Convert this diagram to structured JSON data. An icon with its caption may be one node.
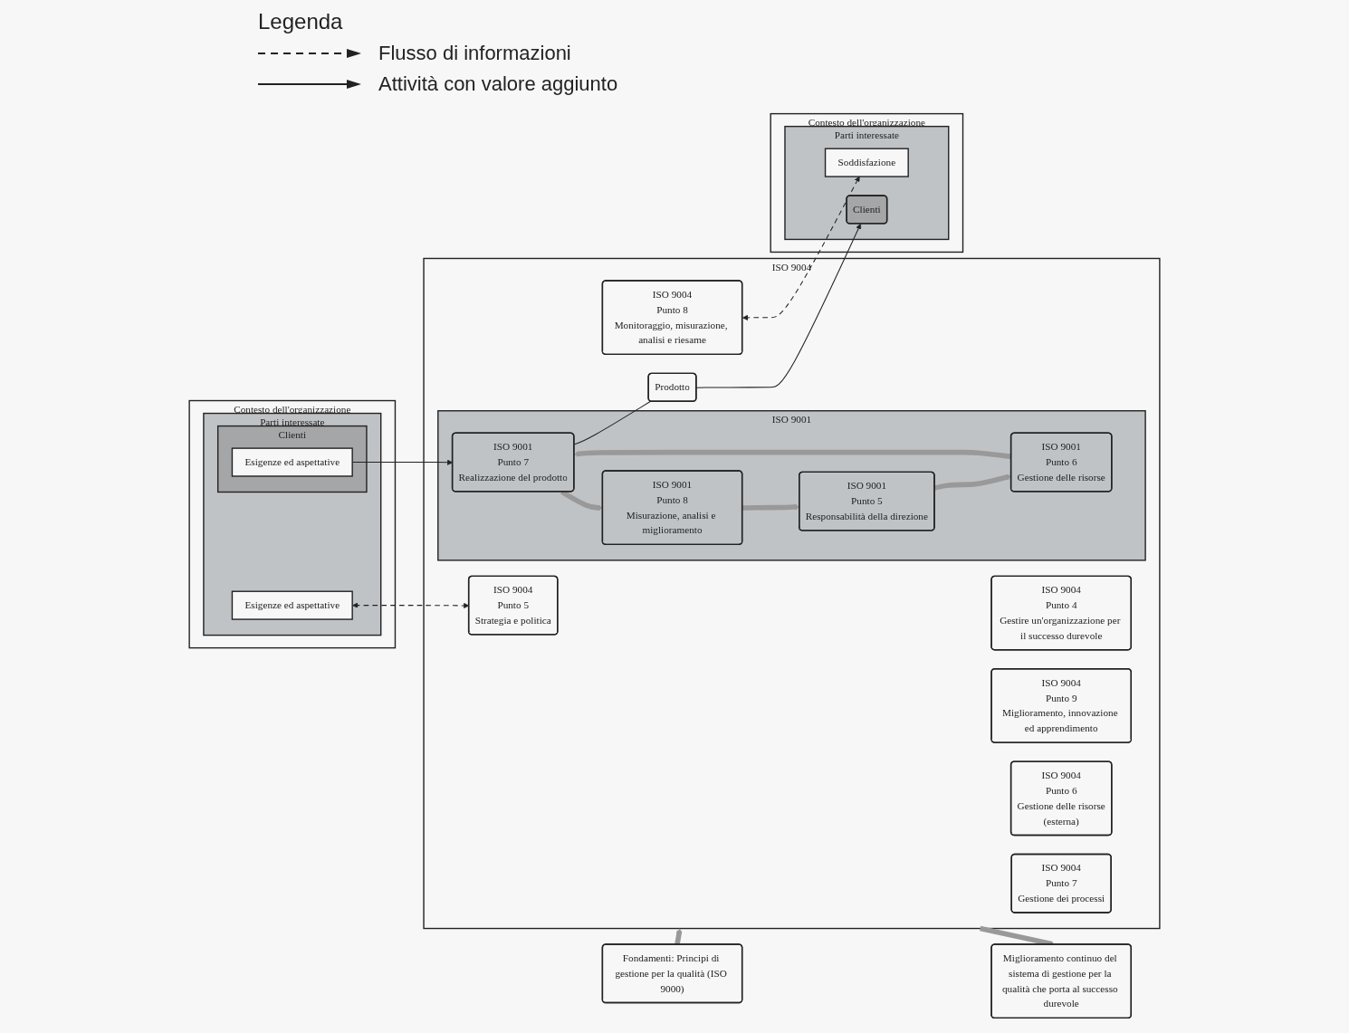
{
  "diagram": {
    "nodes": [
      {
        "text": [
          "Miglioramento continuo del sistema di gestione per la qualità che porta al successo durevole"
        ]
      },
      {
        "text": [
          "Contesto",
          "dell'organizzazione"
        ]
      },
      {
        "text": [
          "Parti",
          "interessate"
        ],
        "in": 1
      },
      {
        "text": [
          "Esigenze ed aspettative"
        ],
        "in": 2
      },
      {
        "text": [
          "Clienti"
        ],
        "in": 2
      },
      {
        "text": [
          "Esigenze ed aspettative"
        ],
        "in": 4
      },
      {
        "text": [
          "ISO 9004"
        ]
      },
      {
        "text": [
          "ISO 9004",
          "Punto 4",
          "Gestire un'organizzazione per il successo durevole"
        ],
        "in": 6
      },
      {
        "text": [
          "ISO 9004",
          "Punto 5",
          "Strategia e politica"
        ],
        "in": 6
      },
      {
        "text": [
          "ISO 9004",
          "Punto 9",
          "Miglioramento, innovazione ed apprendimento"
        ],
        "in": 6
      },
      {
        "text": [
          "ISO 9004",
          "Punto 6",
          "Gestione delle risorse",
          "(esterna)"
        ],
        "in": 6
      },
      {
        "text": [
          "ISO 9001"
        ],
        "in": 6
      },
      {
        "text": [
          "ISO 9001",
          "Punto 5",
          "Responsabilità della direzione"
        ],
        "in": 11
      },
      {
        "text": [
          "ISO 9001",
          "Punto 6",
          "Gestione delle risorse"
        ],
        "in": 11
      },
      {
        "text": [
          "ISO 9001",
          "Punto 8",
          "Misurazione, analisi e miglioramento"
        ],
        "in": 11
      },
      {
        "text": [
          "ISO 9001",
          "Punto 7",
          "Realizzazione del prodotto"
        ],
        "in": 11
      },
      {
        "text": [
          "Prodotto"
        ],
        "in": 6
      },
      {
        "text": [
          "ISO 9004",
          "Punto 8",
          "Monitoraggio, misurazione, analisi e riesame"
        ],
        "in": 6
      },
      {
        "text": [
          "ISO 9004",
          "Punto 7",
          "Gestione dei processi"
        ],
        "in": 6
      },
      {
        "text": [
          "Contesto",
          "dell'organizzazione"
        ]
      },
      {
        "text": [
          "Parti",
          "interessate"
        ],
        "in": 19
      },
      {
        "text": [
          "Soddisfazione"
        ],
        "in": 20
      },
      {
        "text": [
          "Clienti"
        ],
        "in": 20
      },
      {
        "text": [
          "Fondamenti: Principi di gestione per la qualità (ISO 9000)"
        ]
      }
    ],
    "edges": [
      {
        "from": 3,
        "to": 8,
        "arrow": "both",
        "style": "dashed",
        "color": "#222222"
      },
      {
        "from": 17,
        "to": 21,
        "arrow": "both",
        "style": "dashed",
        "color": "#222222"
      },
      {
        "from": 5,
        "to": 15,
        "arrow": "to",
        "color": "#222222"
      },
      {
        "from": 15,
        "to": 16,
        "arrow": "none",
        "color": "#222222"
      },
      {
        "from": 16,
        "to": 22,
        "arrow": "to",
        "color": "#222222"
      },
      {
        "from": 12,
        "to": 13,
        "arrow": "to",
        "color": "#999999"
      },
      {
        "from": 13,
        "to": 15,
        "arrow": "to",
        "color": "#999999"
      },
      {
        "from": 15,
        "to": 14,
        "arrow": "to",
        "color": "#999999"
      },
      {
        "from": 14,
        "to": 12,
        "arrow": "to",
        "color": "#999999"
      },
      {
        "from": 6,
        "to": 0,
        "arrow": "to",
        "color": "#999999"
      },
      {
        "from": 23,
        "to": 6,
        "arrow": "to",
        "color": "#999999"
      }
    ],
    "labels": [
      "Legenda"
    ],
    "legend": [
      {
        "text": "Flusso di informazioni"
      },
      {
        "text": "Attività con valore aggiunto"
      }
    ]
  }
}
